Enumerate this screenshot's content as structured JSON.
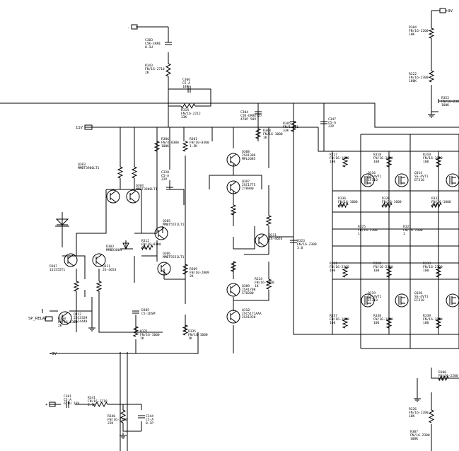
{
  "nets": {
    "minus_in": "-",
    "plus_in": "+",
    "plus_v_left": "11V",
    "minus_v_left": "-9V",
    "plus_v_right": "+9V",
    "relay": "SP_RELAY"
  },
  "labels": {
    "c_top_in": "C303\nC5K-ERRE\n0.1U",
    "r_top_in": "R343\nFN/16-2710\n2K",
    "c_fb": "C306\nC5-A\n18P",
    "r_fb": "R314\nFN/16-2212\n33K",
    "c_mid": "C304\nC5K-ERRE(2)\n470P 50V",
    "r_mid": "R304\nFN/16-1000\n1K",
    "r_mid2": "R305\nFN/1-301\n33K",
    "c_right": "C347\nC5-A\n22P",
    "q_diff_l": "Q303\nMMBT3906LT1",
    "q_diff_r": "Q304\nMMBT3906LT1",
    "q_vas": "Q305\nMMBT5551LT1",
    "q_vas2": "Q306\nMMBT5551LT1",
    "q_top": "Q308\n2SA1306\nMPL2085",
    "q_drv1": "Q307\n2SC1775\n2T8900",
    "q_drv2": "Q309\n2SA1708\nST8200",
    "q_out_pnp": "Q310\n2SC5171AAA\n2SA1930",
    "q_bias": "Q311\n2S-4653",
    "d_zener": "D307\n1S1555T1",
    "d_led": "D303\nMMBD3004",
    "d_ps": "D305\nC5-2DSM",
    "r_bias1": "R306\nFN/4-0300\n100K",
    "r_bias2": "R301\nFN/10-0300\n1.5K",
    "r_bias3": "R312\nFN/10-0300\n1K",
    "r_bias4": "R309\nFN/10-2809\n2K",
    "r_em1": "R321\nFN/16-1000\n1K",
    "r_em2": "R335\nFN/16-1000\n1K",
    "cap_bias": "C320\nC5-A\n22P",
    "r_out1": "R323\nFN/16-2300\n3.0",
    "r_out2": "R324\nFN/16-1000\n1K",
    "relay_q": "Q312\n2SC3329\n2SC4440",
    "relay_r": "R350\nFN/16-2300\n2K",
    "r_in_bottom": "R341\nFN/16-2710\n2.2K",
    "c_in_bottom": "C301\nC5-A\n6.8U 16V",
    "c_in_bottom2": "C344\nC5-A\n0.1P",
    "r_in_bottom2": "R340\nFN/16-2200\n22K",
    "mos_top": [
      "Q316\nSS-4VT1\nEF310",
      "Q314\nSS-4VT1\nEF310"
    ],
    "mos_bot": [
      "Q319\nSS-4VT1\nEF310",
      "Q320\nSS-4VT1\nEF310"
    ],
    "r_gate_top": [
      "R317\nFN/16-1000\n100",
      "R318\nFN/16-1000\n100",
      "R319\nFN/16-1000\n100"
    ],
    "r_src_top": [
      "R336\nFN/16-1000\n100",
      "R326\nFN/16-1000\n100",
      "R332\nFN/16-1000\n100"
    ],
    "r_mid_right": [
      "R325\nFN/16-2300\n1",
      "R327\nFN/16-2300\n1"
    ],
    "r_src_bot": [
      "R331\nFN/16-2300\n100",
      "R328\nFN/16-2300\n100",
      "R333\nFN/16-2300\n100"
    ],
    "r_gate_bot": [
      "R337\nFN/16-1000\n100",
      "R338\nFN/16-1000\n100",
      "R339\nFN/16-1000\n100"
    ],
    "r_right_top": "R304\nFN/16-2200\n10K",
    "r_right_top2": "R322\nFN/16-2300\n100K",
    "r_right_fb": "R352\nFN/16-2300\n100K",
    "r_right_bot": "R326\nFN/16-2200\n10K",
    "r_right_bot2": "R300\nFN/16-2200\n10K",
    "r_right_bot3": "R307\nFN/16-2300\n100K"
  }
}
